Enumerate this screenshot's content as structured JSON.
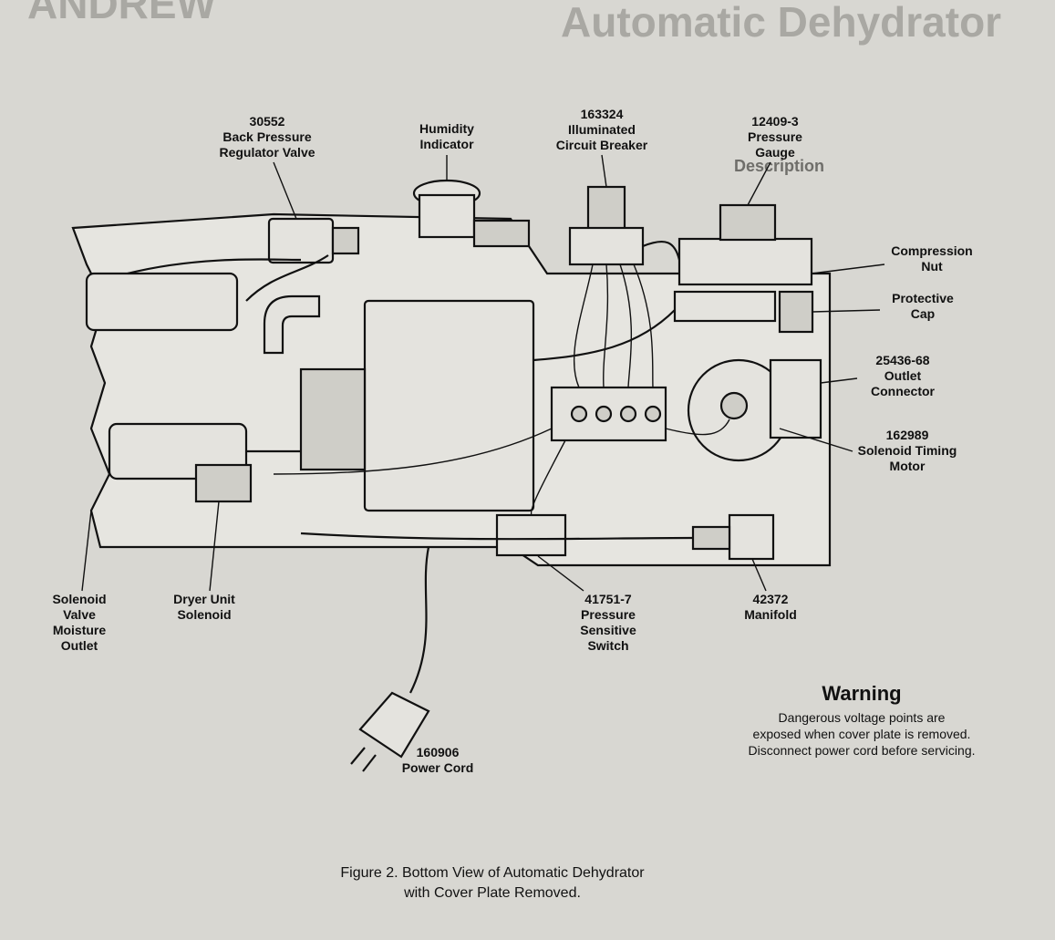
{
  "background": {
    "heading_fragment": "ANDREW",
    "page_title": "Automatic Dehydrator",
    "section_heading": "Description"
  },
  "labels": {
    "back_pressure_valve": {
      "part": "30552",
      "line1": "Back Pressure",
      "line2": "Regulator Valve"
    },
    "humidity_indicator": {
      "line1": "Humidity",
      "line2": "Indicator"
    },
    "circuit_breaker": {
      "part": "163324",
      "line1": "Illuminated",
      "line2": "Circuit Breaker"
    },
    "pressure_gauge": {
      "part": "12409-3",
      "line1": "Pressure",
      "line2": "Gauge"
    },
    "compression_nut": {
      "line1": "Compression",
      "line2": "Nut"
    },
    "protective_cap": {
      "line1": "Protective",
      "line2": "Cap"
    },
    "outlet_connector": {
      "part": "25436-68",
      "line1": "Outlet",
      "line2": "Connector"
    },
    "timing_motor": {
      "part": "162989",
      "line1": "Solenoid Timing",
      "line2": "Motor"
    },
    "solenoid_valve": {
      "line1": "Solenoid",
      "line2": "Valve",
      "line3": "Moisture",
      "line4": "Outlet"
    },
    "dryer_solenoid": {
      "line1": "Dryer Unit",
      "line2": "Solenoid"
    },
    "pressure_switch": {
      "part": "41751-7",
      "line1": "Pressure",
      "line2": "Sensitive",
      "line3": "Switch"
    },
    "manifold": {
      "part": "42372",
      "line1": "Manifold"
    },
    "power_cord": {
      "part": "160906",
      "line1": "Power Cord"
    }
  },
  "warning": {
    "title": "Warning",
    "line1": "Dangerous voltage points are",
    "line2": "exposed when cover plate is removed.",
    "line3": "Disconnect power cord before servicing."
  },
  "caption": {
    "line1": "Figure 2. Bottom View of Automatic Dehydrator",
    "line2": "with Cover Plate Removed."
  }
}
